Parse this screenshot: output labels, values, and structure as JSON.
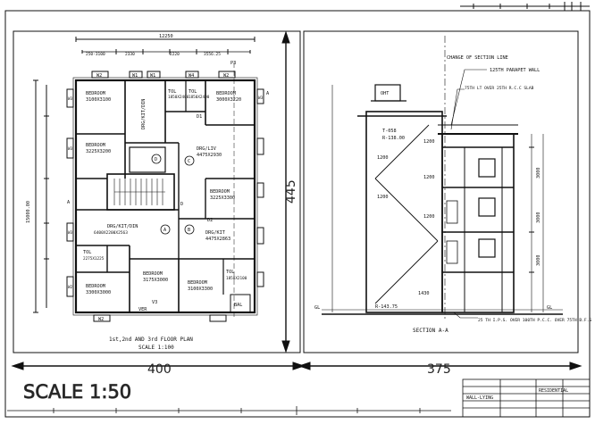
{
  "sheet": {
    "width_dim_left": "400",
    "width_dim_right": "375",
    "height_dim": "445",
    "scale_text": "SCALE 1:50"
  },
  "plan": {
    "title": "1st,2nd AND 3rd FLOOR PLAN",
    "scale": "SCALE 1:100",
    "overall_dim": "12250",
    "height_dim": "15000.00",
    "grid_mark": "P3",
    "rooms": [
      {
        "name": "BEDROOM",
        "size": "3100X3100"
      },
      {
        "name": "DRG/KIT/DIN",
        "size": ""
      },
      {
        "name": "TOL",
        "size": "1850X2400"
      },
      {
        "name": "TOL",
        "size": "1850X2400"
      },
      {
        "name": "BEDROOM",
        "size": "3000X3220"
      },
      {
        "name": "BEDROOM",
        "size": "3225X3200"
      },
      {
        "name": "DRG/LIV",
        "size": "4475X2930"
      },
      {
        "name": "BEDROOM",
        "size": "3225X3300"
      },
      {
        "name": "DRG/KIT/DIN",
        "size": "6400X2200X2563"
      },
      {
        "name": "DRG/KIT",
        "size": "4475X2863"
      },
      {
        "name": "TOL",
        "size": "2275X1225"
      },
      {
        "name": "BEDROOM",
        "size": "3175X3000"
      },
      {
        "name": "BEDROOM",
        "size": "3300X3000"
      },
      {
        "name": "BEDROOM",
        "size": "3100X3300"
      },
      {
        "name": "TOL",
        "size": "1850X2100"
      }
    ],
    "windows": [
      "W2",
      "W1",
      "W1",
      "W4",
      "W2",
      "W3",
      "W3",
      "W3",
      "W2",
      "W3",
      "W2",
      "V3"
    ],
    "doors": [
      "D1",
      "D2",
      "D"
    ],
    "flats": [
      "A",
      "B",
      "C",
      "D"
    ],
    "labels": [
      "VER",
      "BAL"
    ],
    "section_mark": "A"
  },
  "section": {
    "title": "SECTION A-A",
    "notes": [
      "CHANGE OF SECTION LINE",
      "125TH PARAPET WALL",
      "75TH LT OVER 25TH R.C.C SLAB",
      "25 TH I.P.S. OVER 100TH P.C.C. OVER 75TH B.F.S"
    ],
    "tank": "OHT",
    "top_label": "T-058",
    "top_level": "R-138.00",
    "level_bottom": "R-143.75",
    "levels": [
      "1200",
      "1200",
      "1200",
      "1200",
      "1200",
      "1430"
    ],
    "floor_heights": [
      "3000",
      "3000",
      "3000"
    ],
    "gl": "GL"
  },
  "titleblock": {
    "drawing": "RESIDENTIAL",
    "label": "WALL-LYING"
  }
}
